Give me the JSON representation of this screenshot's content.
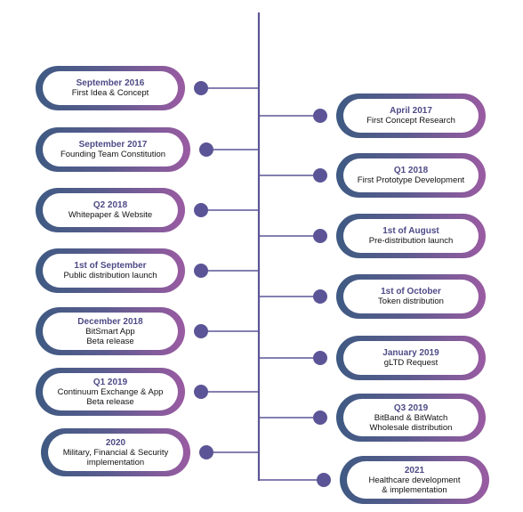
{
  "colors": {
    "line": "#5b5597",
    "dot": "#5b5597",
    "pill_start": "#3e5a82",
    "pill_end": "#9a5ba2",
    "title": "#4e4a86"
  },
  "left": [
    {
      "title": "September 2016",
      "desc": [
        "First Idea & Concept"
      ]
    },
    {
      "title": "September 2017",
      "desc": [
        "Founding Team Constitution"
      ]
    },
    {
      "title": "Q2 2018",
      "desc": [
        "Whitepaper & Website"
      ]
    },
    {
      "title": "1st of September",
      "desc": [
        "Public distribution launch"
      ]
    },
    {
      "title": "December 2018",
      "desc": [
        "BitSmart App",
        "Beta release"
      ]
    },
    {
      "title": "Q1 2019",
      "desc": [
        "Continuum Exchange & App",
        "Beta release"
      ]
    },
    {
      "title": "2020",
      "desc": [
        "Military, Financial & Security",
        "implementation"
      ]
    }
  ],
  "right": [
    {
      "title": "April 2017",
      "desc": [
        "First Concept Research"
      ]
    },
    {
      "title": "Q1 2018",
      "desc": [
        "First Prototype Development"
      ]
    },
    {
      "title": "1st of August",
      "desc": [
        "Pre-distribution launch"
      ]
    },
    {
      "title": "1st of October",
      "desc": [
        "Token distribution"
      ]
    },
    {
      "title": "January 2019",
      "desc": [
        "gLTD Request"
      ]
    },
    {
      "title": "Q3 2019",
      "desc": [
        "BitBand & BitWatch",
        "Wholesale distribution"
      ]
    },
    {
      "title": "2021",
      "desc": [
        "Healthcare development",
        "& implementation"
      ]
    }
  ]
}
